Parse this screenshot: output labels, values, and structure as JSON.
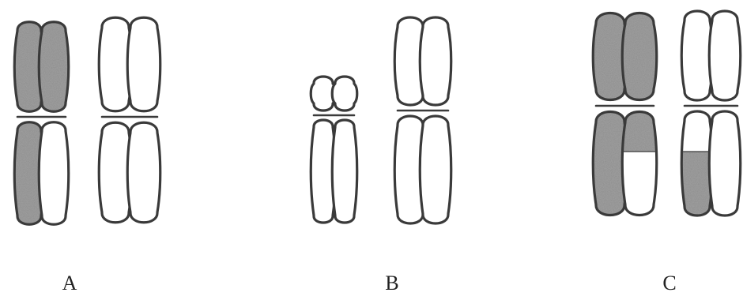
{
  "panels": [
    {
      "id": "a",
      "label": "A",
      "chromosomes": [
        {
          "arms": [
            [
              "shaded",
              "shaded"
            ],
            [
              "shaded",
              "white"
            ]
          ]
        },
        {
          "arms": [
            [
              "white",
              "white"
            ],
            [
              "white",
              "white"
            ]
          ]
        }
      ]
    },
    {
      "id": "b",
      "label": "B",
      "chromosomes": [
        {
          "arms": [
            [
              "white",
              "white"
            ],
            [
              "white",
              "white"
            ]
          ]
        },
        {
          "arms": [
            [
              "white",
              "white"
            ],
            [
              "white",
              "white"
            ]
          ]
        }
      ]
    },
    {
      "id": "c",
      "label": "C",
      "chromosomes": [
        {
          "arms": [
            [
              "shaded",
              "shaded"
            ],
            [
              "shaded",
              "shaded-white-tip"
            ]
          ]
        },
        {
          "arms": [
            [
              "white",
              "white"
            ],
            [
              "shaded-tip",
              "white"
            ]
          ]
        }
      ]
    }
  ],
  "colors": {
    "outline": "#3a3a3a",
    "shaded": "#8c8c8c",
    "white": "#ffffff"
  }
}
